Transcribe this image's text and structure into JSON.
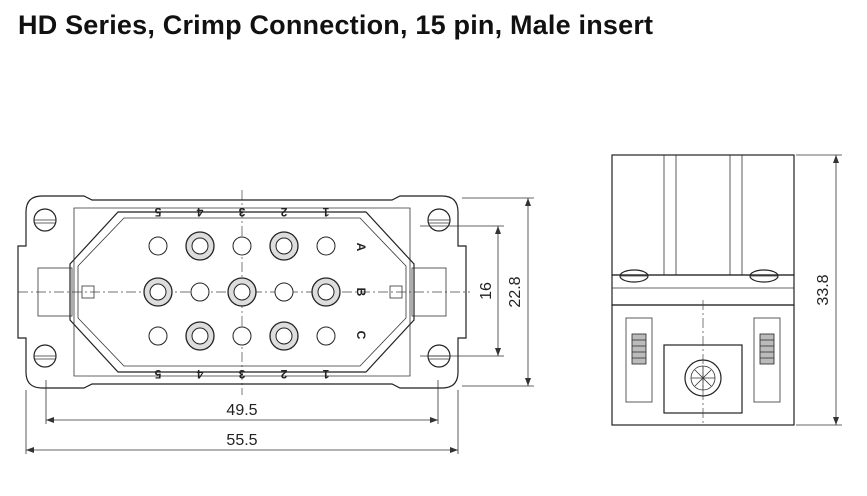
{
  "title": "HD Series, Crimp Connection, 15 pin, Male insert",
  "front_view": {
    "column_labels_top": [
      "5",
      "4",
      "3",
      "2",
      "1"
    ],
    "column_labels_bottom": [
      "5",
      "4",
      "3",
      "2",
      "1"
    ],
    "row_labels": [
      "A",
      "B",
      "C"
    ],
    "dimensions": {
      "inner_width": "49.5",
      "outer_width": "55.5",
      "vertical_inner": "16",
      "vertical_outer": "22.8"
    }
  },
  "side_view": {
    "dimensions": {
      "height": "33.8"
    }
  }
}
